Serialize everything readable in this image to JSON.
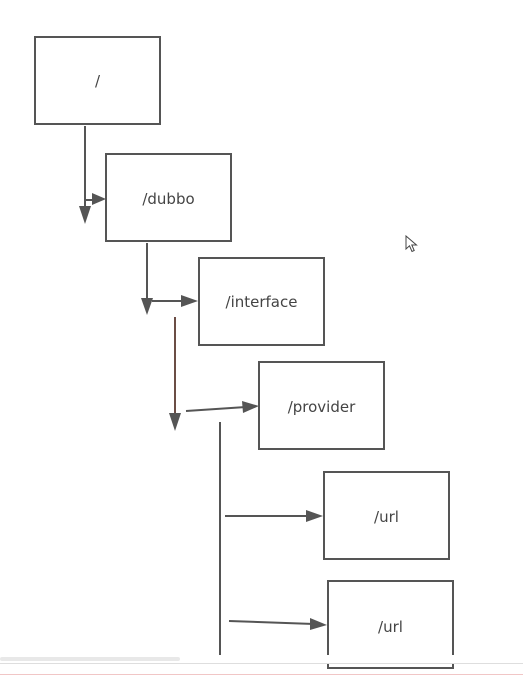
{
  "nodes": [
    {
      "id": "root",
      "label": "/"
    },
    {
      "id": "dubbo",
      "label": "/dubbo"
    },
    {
      "id": "interface",
      "label": "/interface"
    },
    {
      "id": "provider",
      "label": "/provider"
    },
    {
      "id": "url1",
      "label": "/url"
    },
    {
      "id": "url2",
      "label": "/url"
    }
  ],
  "icons": {
    "cursor": "mouse-pointer-icon"
  },
  "colors": {
    "stroke": "#555555",
    "accent_line": "#6b4d45",
    "text": "#444444",
    "background": "#ffffff"
  }
}
